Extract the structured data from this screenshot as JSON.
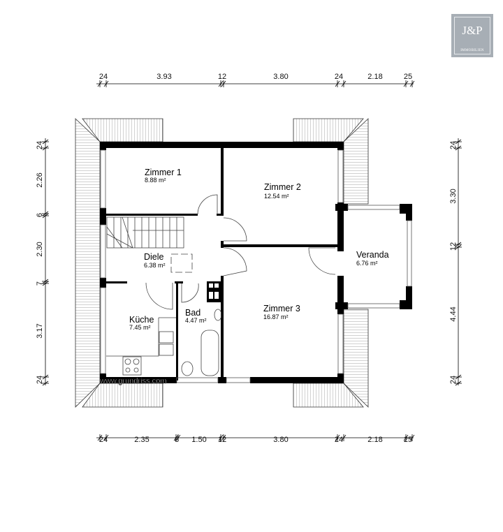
{
  "logo": {
    "initials": "J&P",
    "subtitle": "IMMOBILIEN"
  },
  "watermark": "www.grundriss.com",
  "dimensions": {
    "top": [
      "24",
      "3.93",
      "12",
      "3.80",
      "24",
      "2.18",
      "25"
    ],
    "bottom": [
      "24",
      "2.35",
      "8",
      "1.50",
      "12",
      "3.80",
      "24",
      "2.18",
      "25"
    ],
    "left": [
      "24",
      "2.26",
      "6",
      "2.30",
      "7",
      "3.17",
      "24"
    ],
    "right": [
      "24",
      "3.30",
      "12",
      "4.44",
      "24"
    ]
  },
  "rooms": [
    {
      "name": "Zimmer 1",
      "area": "8.88 m²"
    },
    {
      "name": "Zimmer 2",
      "area": "12.54 m²"
    },
    {
      "name": "Diele",
      "area": "6.38 m²"
    },
    {
      "name": "Veranda",
      "area": "6.76 m²"
    },
    {
      "name": "Bad",
      "area": "4.47 m²"
    },
    {
      "name": "Zimmer 3",
      "area": "16.87 m²"
    },
    {
      "name": "Küche",
      "area": "7.45 m²"
    }
  ]
}
